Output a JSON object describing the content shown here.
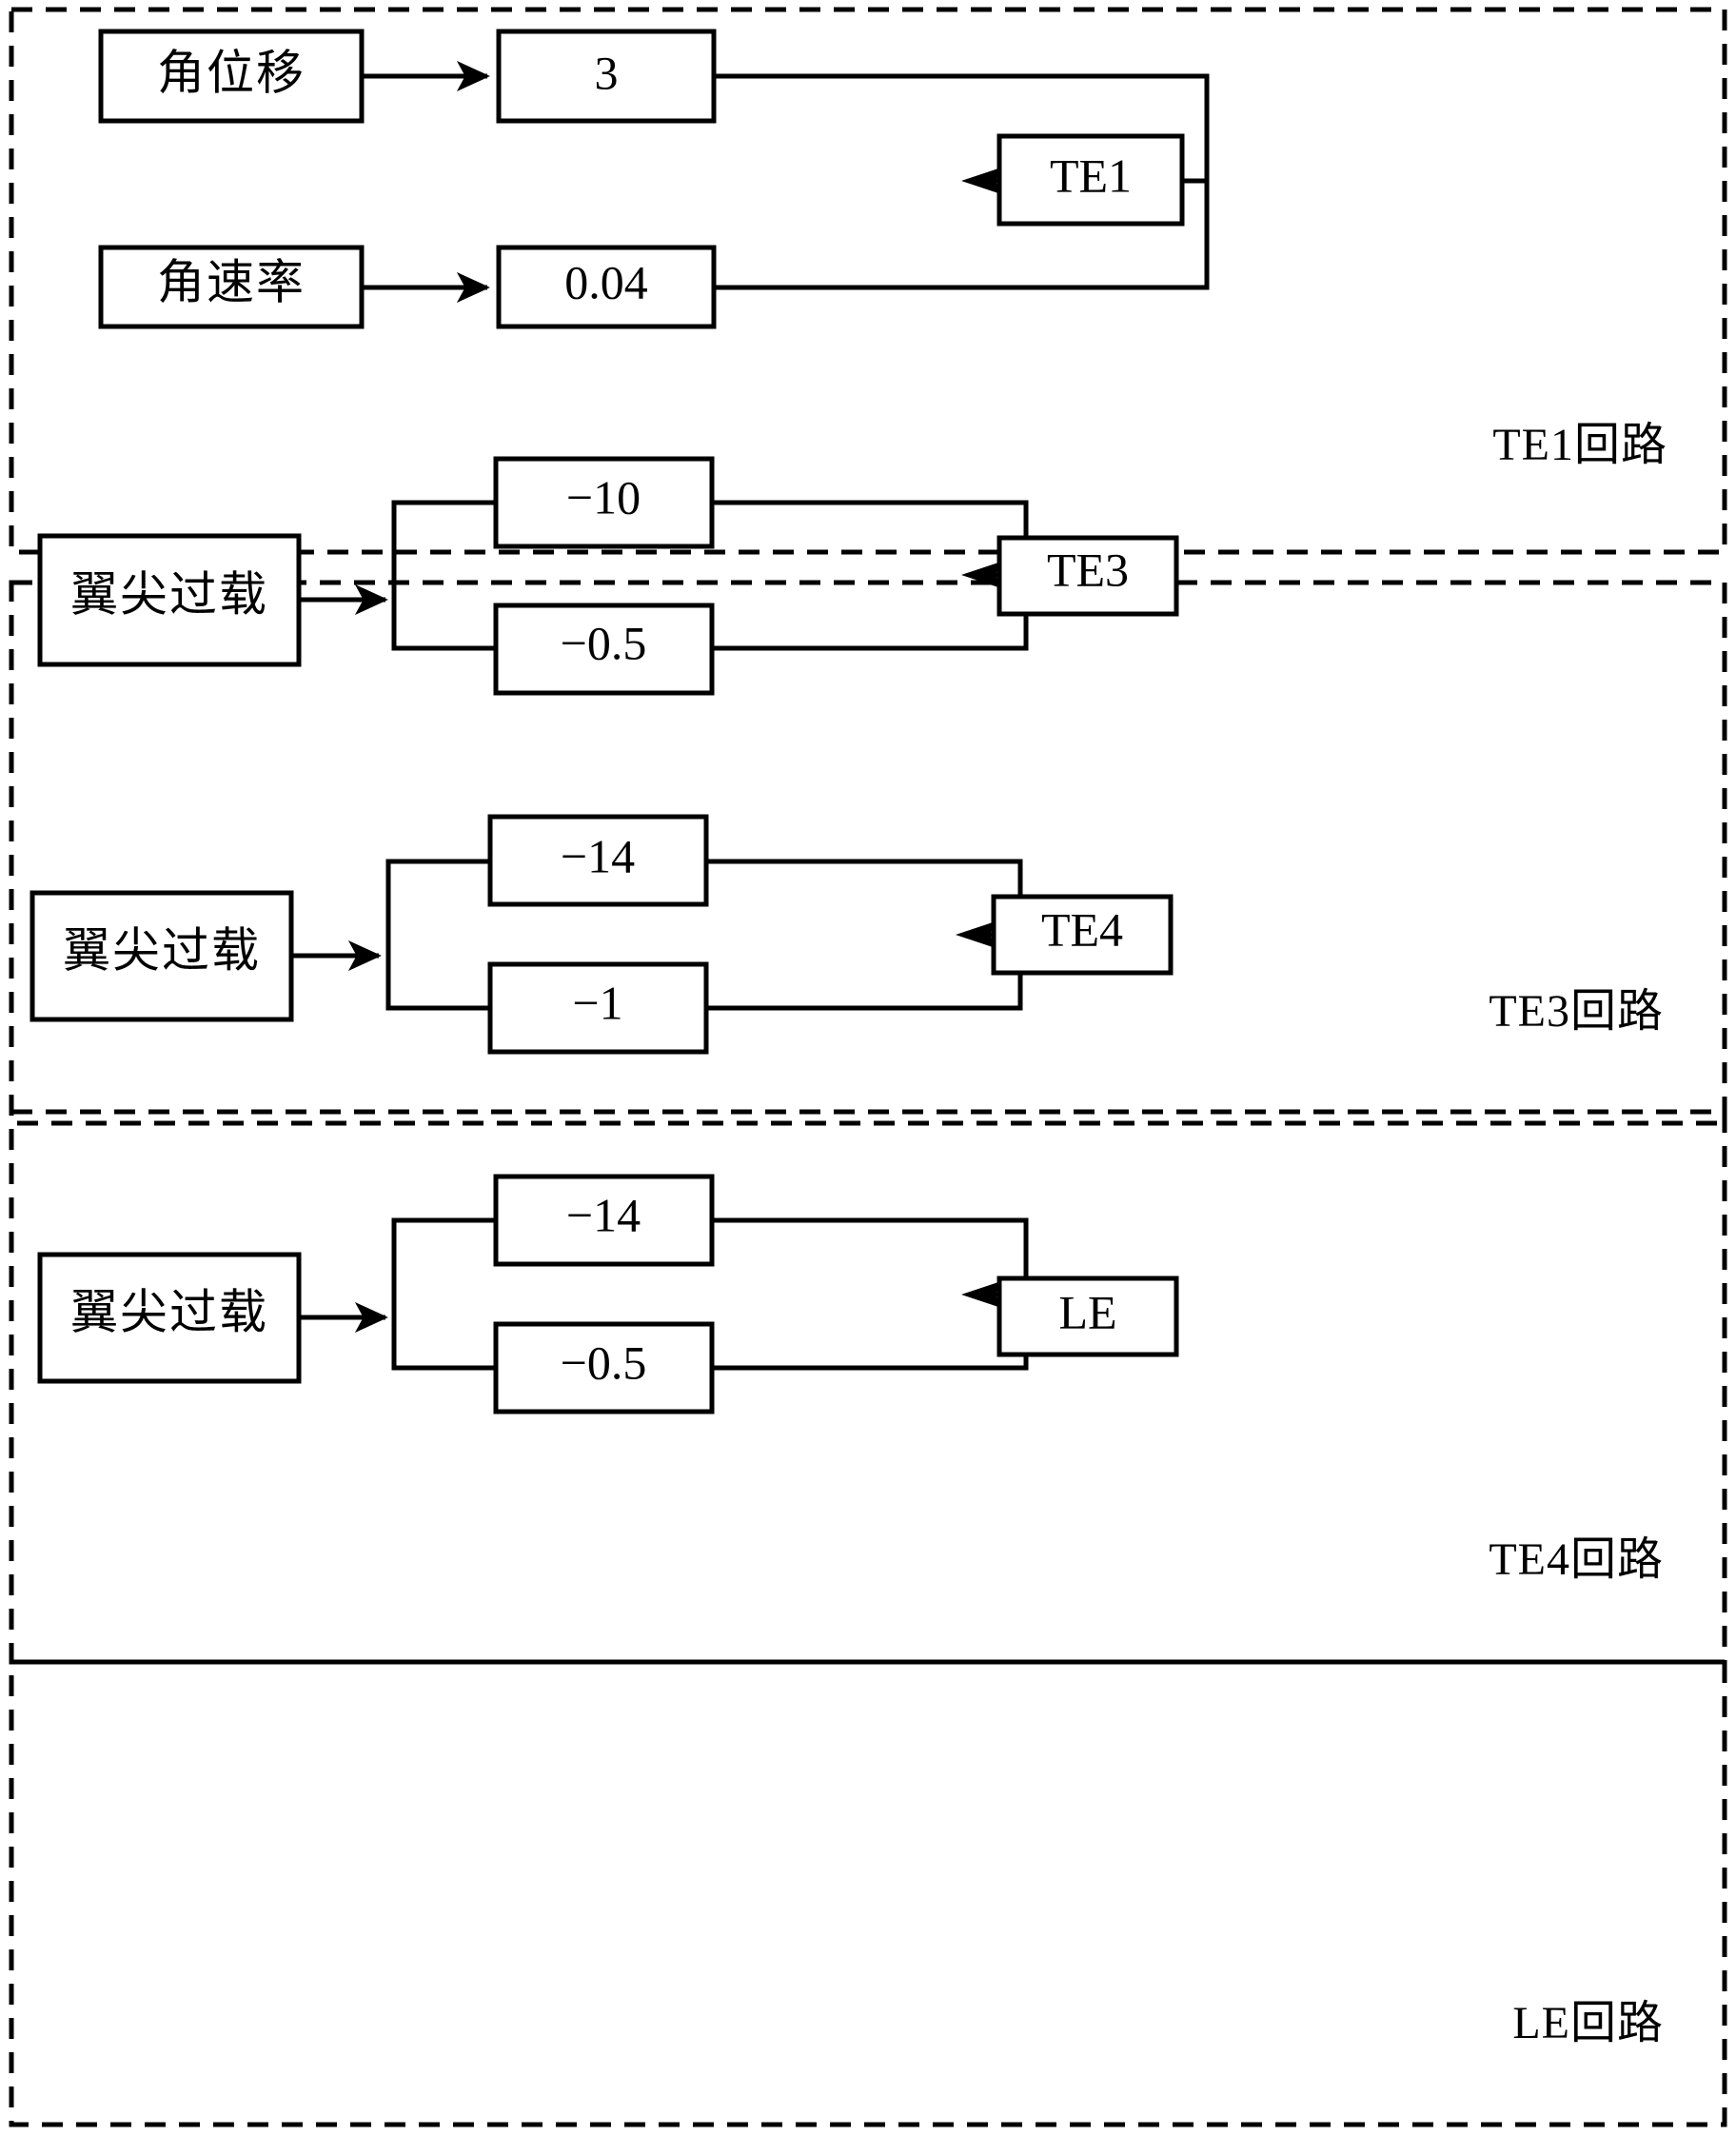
{
  "diagram": {
    "type": "block-diagram",
    "title_visible": false,
    "background_color": "#ffffff",
    "line_color": "#000000",
    "sections": [
      {
        "id": "te1",
        "caption": "TE1回路",
        "layout": "two-inputs-merge",
        "inputs": [
          {
            "label": "角位移"
          },
          {
            "label": "角速率"
          }
        ],
        "gains": [
          {
            "label": "3"
          },
          {
            "label": "0.04"
          }
        ],
        "output": {
          "label": "TE1"
        }
      },
      {
        "id": "te3",
        "caption": "TE3回路",
        "layout": "split-merge",
        "inputs": [
          {
            "label": "翼尖过载"
          }
        ],
        "gains": [
          {
            "label": "−10"
          },
          {
            "label": "−0.5"
          }
        ],
        "output": {
          "label": "TE3"
        }
      },
      {
        "id": "te4",
        "caption": "TE4回路",
        "layout": "split-merge",
        "inputs": [
          {
            "label": "翼尖过载"
          }
        ],
        "gains": [
          {
            "label": "−14"
          },
          {
            "label": "−1"
          }
        ],
        "output": {
          "label": "TE4"
        }
      },
      {
        "id": "le",
        "caption": "LE回路",
        "layout": "split-merge",
        "inputs": [
          {
            "label": "翼尖过载"
          }
        ],
        "gains": [
          {
            "label": "−14"
          },
          {
            "label": "−0.5"
          }
        ],
        "output": {
          "label": "LE"
        }
      }
    ]
  }
}
